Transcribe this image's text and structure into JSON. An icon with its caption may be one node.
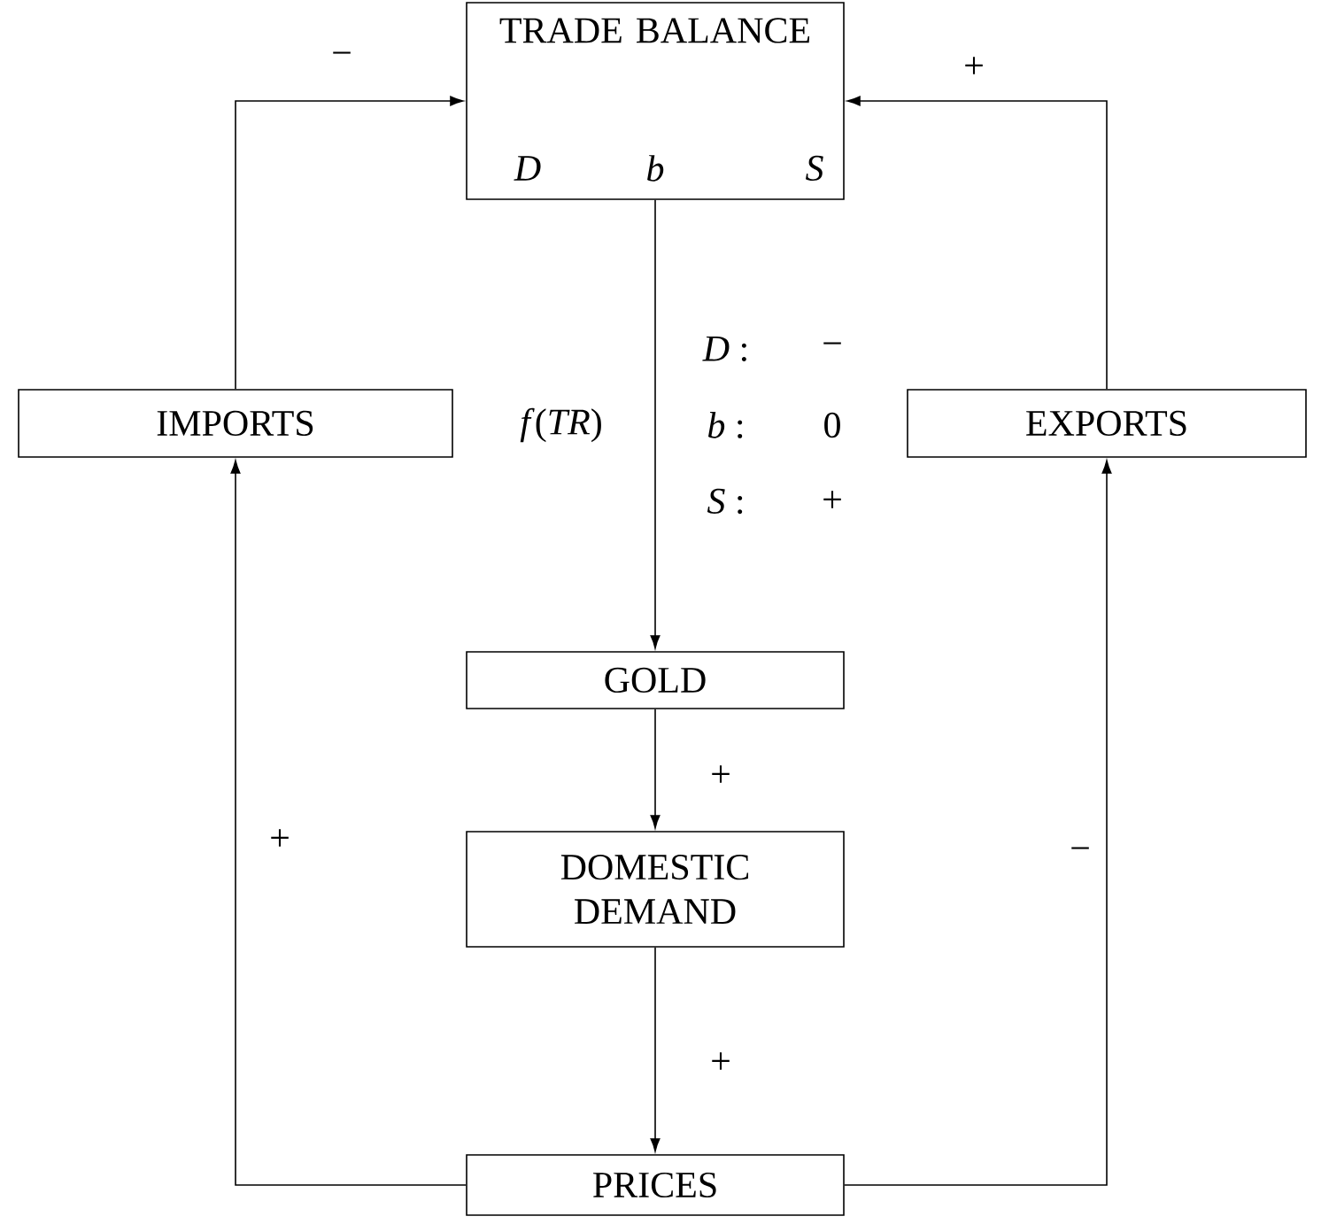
{
  "diagram": {
    "nodes": [
      {
        "text": [
          "TRADE BALANCE",
          "D",
          "b",
          "S"
        ]
      },
      {
        "text": [
          "IMPORTS"
        ]
      },
      {
        "text": [
          "EXPORTS"
        ]
      },
      {
        "text": [
          "GOLD"
        ]
      },
      {
        "text": [
          "DOMESTIC DEMAND"
        ]
      },
      {
        "text": [
          "PRICES"
        ]
      }
    ],
    "edges": [
      {
        "from": 1,
        "to": 0,
        "arrow": "to",
        "label": "−"
      },
      {
        "from": 2,
        "to": 0,
        "arrow": "to",
        "label": "+"
      },
      {
        "from": 0,
        "to": 3,
        "arrow": "to",
        "label": "*f*(*TR*)"
      },
      {
        "from": 3,
        "to": 4,
        "arrow": "to",
        "label": "+"
      },
      {
        "from": 4,
        "to": 5,
        "arrow": "to",
        "label": "+"
      },
      {
        "from": 5,
        "to": 1,
        "arrow": "to",
        "label": "+"
      },
      {
        "from": 5,
        "to": 2,
        "arrow": "to",
        "label": "−"
      }
    ],
    "labels": [
      "*D* :",
      "−",
      "*b* :",
      "0",
      "*S* :",
      "+"
    ]
  }
}
